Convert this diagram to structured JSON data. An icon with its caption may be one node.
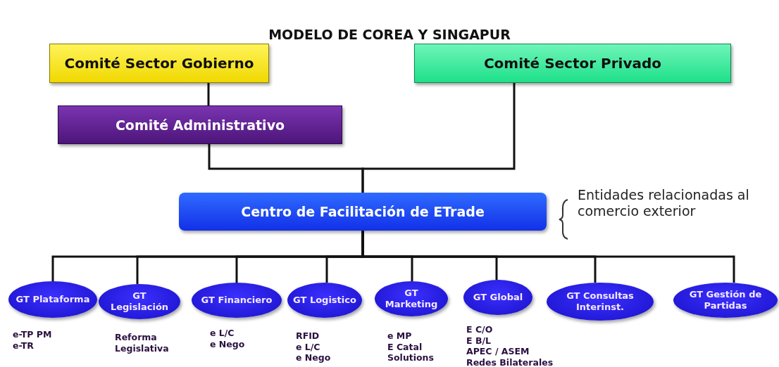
{
  "diagram": {
    "title": "MODELO DE COREA Y SINGAPUR",
    "nodes": [
      {
        "text": [
          "Comité Sector Gobierno"
        ]
      },
      {
        "text": [
          "Comité Sector Privado"
        ]
      },
      {
        "text": [
          "Comité Administrativo"
        ]
      },
      {
        "text": [
          "Centro de Facilitación de ETrade"
        ]
      },
      {
        "text": [
          "GT Plataforma"
        ],
        "beside": [
          "e-TP PM",
          "e-TR"
        ]
      },
      {
        "text": [
          "GT Legislación"
        ],
        "beside": [
          "Reforma Legislativa"
        ]
      },
      {
        "text": [
          "GT Financiero"
        ],
        "beside": [
          "e L/C",
          "e Nego"
        ]
      },
      {
        "text": [
          "GT Logistico"
        ],
        "beside": [
          "RFID",
          "e L/C",
          "e Nego"
        ]
      },
      {
        "text": [
          "GT Marketing"
        ],
        "beside": [
          "e MP",
          "E Catal",
          "Solutions"
        ]
      },
      {
        "text": [
          "GT Global"
        ],
        "beside": [
          "E C/O",
          "E B/L",
          "APEC / ASEM",
          "Redes Bilaterales"
        ]
      },
      {
        "text": [
          "GT Consultas Interinst."
        ]
      },
      {
        "text": [
          "GT Gestión de Partidas"
        ]
      }
    ],
    "edges": [
      {
        "from": 0,
        "to": 2,
        "arrow": "none"
      },
      {
        "from": 2,
        "to": 3,
        "arrow": "none"
      },
      {
        "from": 1,
        "to": 3,
        "arrow": "none"
      },
      {
        "from": 3,
        "to": 4,
        "arrow": "none"
      },
      {
        "from": 3,
        "to": 5,
        "arrow": "none"
      },
      {
        "from": 3,
        "to": 6,
        "arrow": "none"
      },
      {
        "from": 3,
        "to": 7,
        "arrow": "none"
      },
      {
        "from": 3,
        "to": 8,
        "arrow": "none"
      },
      {
        "from": 3,
        "to": 9,
        "arrow": "none"
      },
      {
        "from": 3,
        "to": 10,
        "arrow": "none"
      },
      {
        "from": 3,
        "to": 11,
        "arrow": "none"
      }
    ],
    "labels": [
      "Entidades relacionadas al comercio exterior"
    ]
  }
}
